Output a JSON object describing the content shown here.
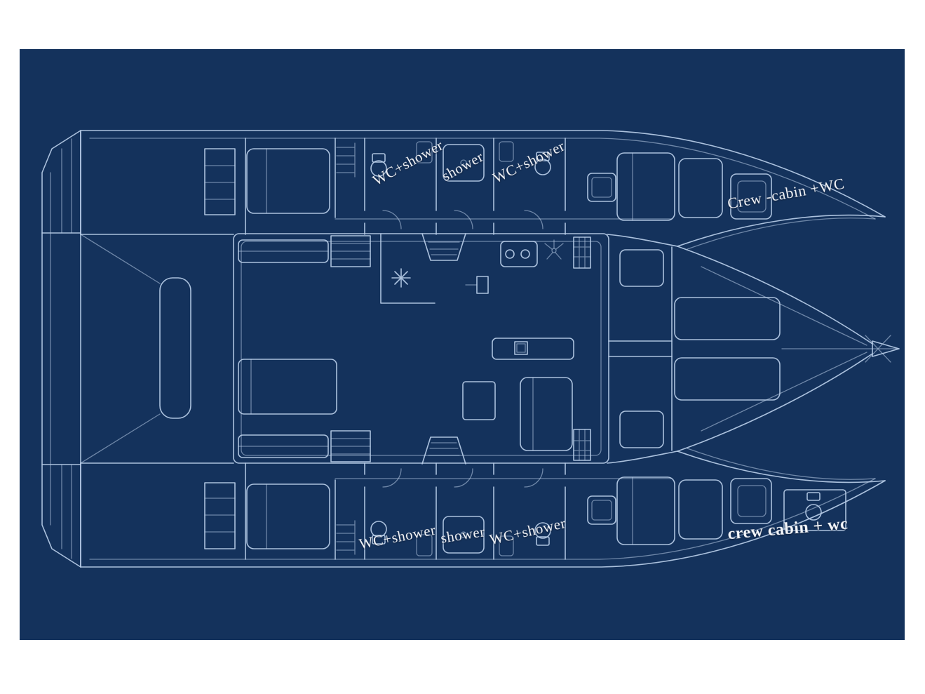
{
  "diagram": {
    "type": "catamaran-deck-plan",
    "style": "blueprint"
  },
  "colors": {
    "background": "#ffffff",
    "blueprint_bg": "#14325c",
    "line": "#b9cde8",
    "label_text": "#f4f6fa"
  },
  "labels": {
    "top_aft_bathroom": "WC+shower",
    "top_shower": "shower",
    "top_fwd_bathroom": "WC+shower",
    "top_crew_cabin": "Crew -cabin +WC",
    "bottom_aft_bathroom": "WC+shower",
    "bottom_shower": "shower",
    "bottom_fwd_bathroom": "WC+shower",
    "bottom_crew_cabin": "crew cabin + wc"
  }
}
